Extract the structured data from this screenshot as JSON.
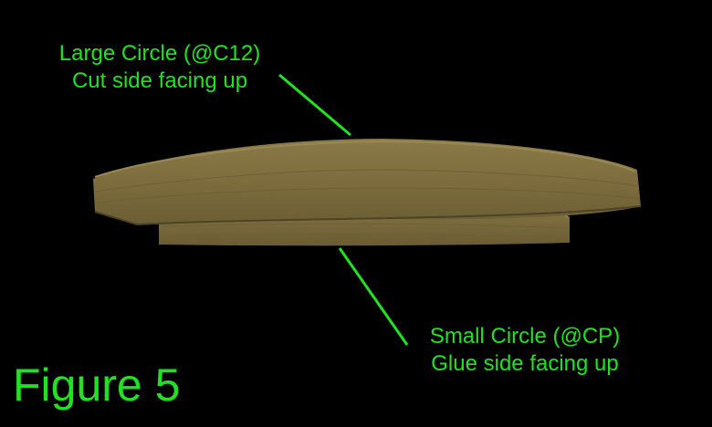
{
  "colors": {
    "background": "#000000",
    "label_text": "#22e022",
    "leader_line": "#22e022",
    "wood_top": "#8a7a4a",
    "wood_side": "#76673a",
    "wood_grain": "#6a5c33",
    "wood_dark_edge": "#4e4326"
  },
  "labels": {
    "large_circle": {
      "line1": "Large Circle (@C12)",
      "line2": "Cut side facing up"
    },
    "small_circle": {
      "line1": "Small Circle (@CP)",
      "line2": "Glue side facing up"
    }
  },
  "figure_caption": "Figure 5"
}
